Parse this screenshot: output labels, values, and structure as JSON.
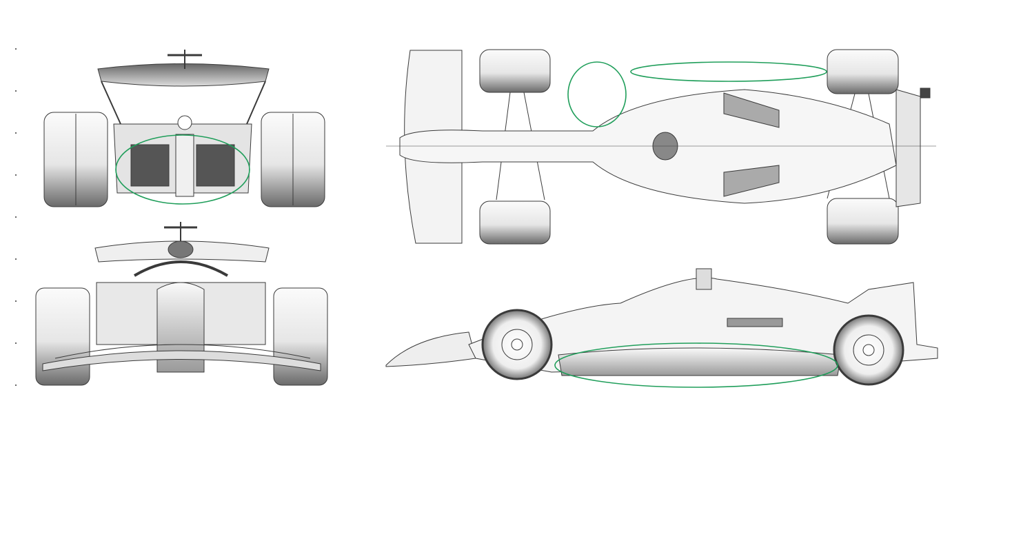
{
  "colors": {
    "background": "#ffffff",
    "highlight": "#1f9e5a",
    "linework": "#3a3a3a",
    "shade_dark": "#5c5c5c",
    "shade_light": "#f4f4f4"
  },
  "views": [
    {
      "name": "rear-view",
      "highlights": 1
    },
    {
      "name": "front-view",
      "highlights": 0
    },
    {
      "name": "top-view",
      "highlights": 2
    },
    {
      "name": "side-view",
      "highlights": 1
    }
  ],
  "scale_marks": 9
}
